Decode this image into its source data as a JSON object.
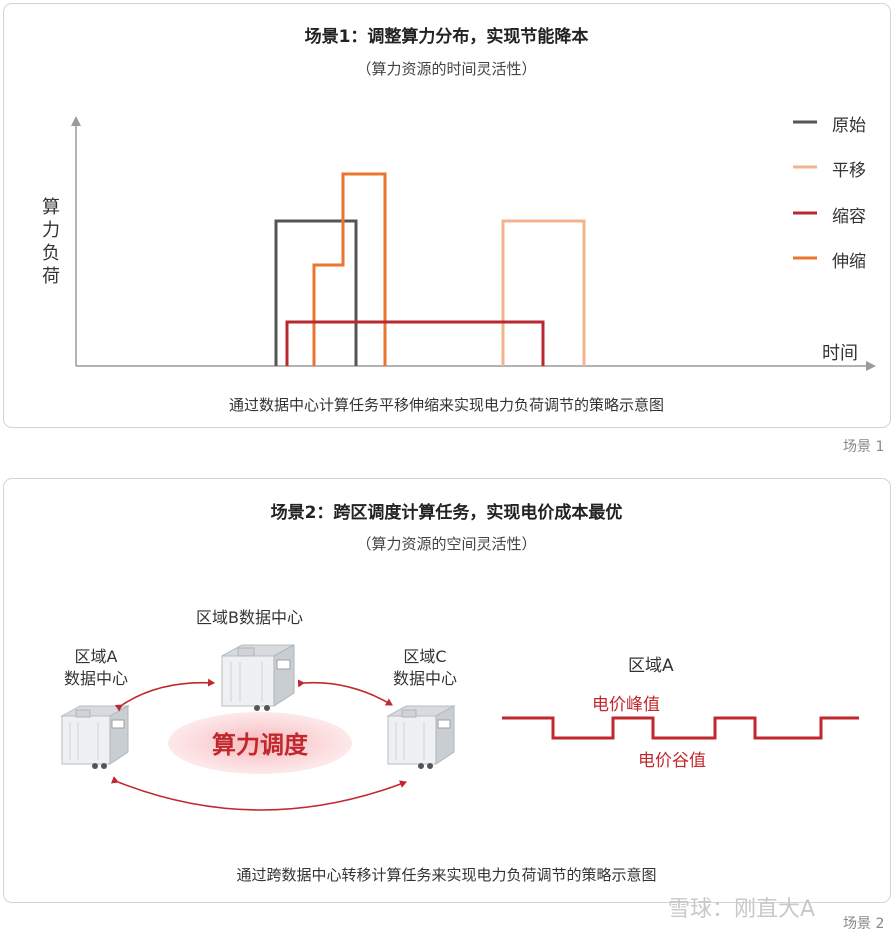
{
  "scene1": {
    "title": "场景1：调整算力分布，实现节能降本",
    "subtitle": "（算力资源的时间灵活性）",
    "y_axis_label": "算力负荷",
    "x_axis_label": "时间",
    "legend": [
      {
        "label": "原始",
        "color": "#555555"
      },
      {
        "label": "平移",
        "color": "#f3b48c"
      },
      {
        "label": "缩容",
        "color": "#b8282e"
      },
      {
        "label": "伸缩",
        "color": "#e9762c"
      }
    ],
    "caption": "通过数据中心计算任务平移伸缩来实现电力负荷调节的策略示意图",
    "corner_label": "场景 1"
  },
  "scene2": {
    "title": "场景2：跨区调度计算任务，实现电价成本最优",
    "subtitle": "（算力资源的空间灵活性）",
    "dc_a_line1": "区域A",
    "dc_a_line2": "数据中心",
    "dc_b": "区域B数据中心",
    "dc_c_line1": "区域C",
    "dc_c_line2": "数据中心",
    "scheduling": "算力调度",
    "region_a": "区域A",
    "peak_label": "电价峰值",
    "valley_label": "电价谷值",
    "caption": "通过跨数据中心转移计算任务来实现电力负荷调节的策略示意图",
    "corner_label": "场景 2",
    "accent_color": "#c0282e"
  },
  "watermark": "雪球：刚直大A"
}
